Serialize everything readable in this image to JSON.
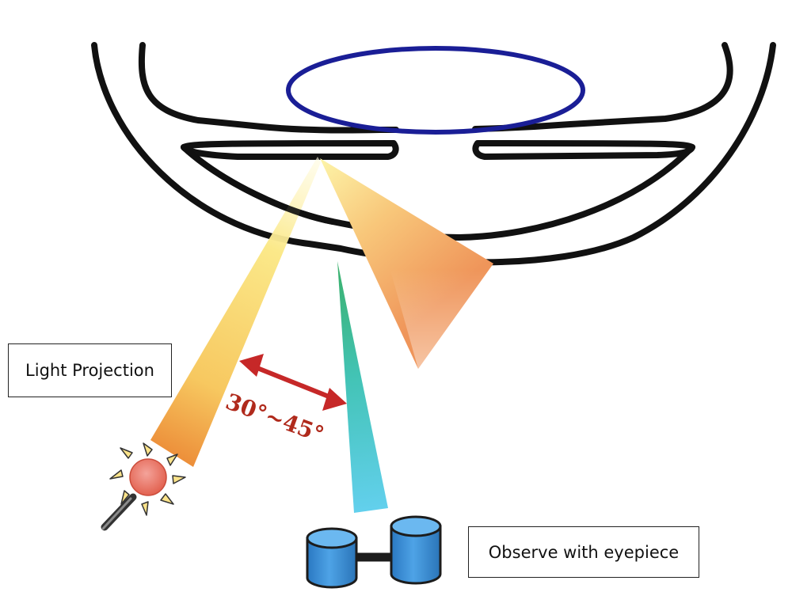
{
  "labels": {
    "light_projection": "Light Projection",
    "observe_eyepiece": "Observe with eyepiece"
  },
  "angle": {
    "text": "30°~45°"
  },
  "colors": {
    "outline": "#111111",
    "pupil_ring": "#1a1e96",
    "angle_arrow": "#c62828",
    "eyepiece": "#3d8fd6"
  },
  "icons": {
    "light_source": "light-bulb-icon",
    "eyepiece": "binocular-eyepiece-icon"
  }
}
